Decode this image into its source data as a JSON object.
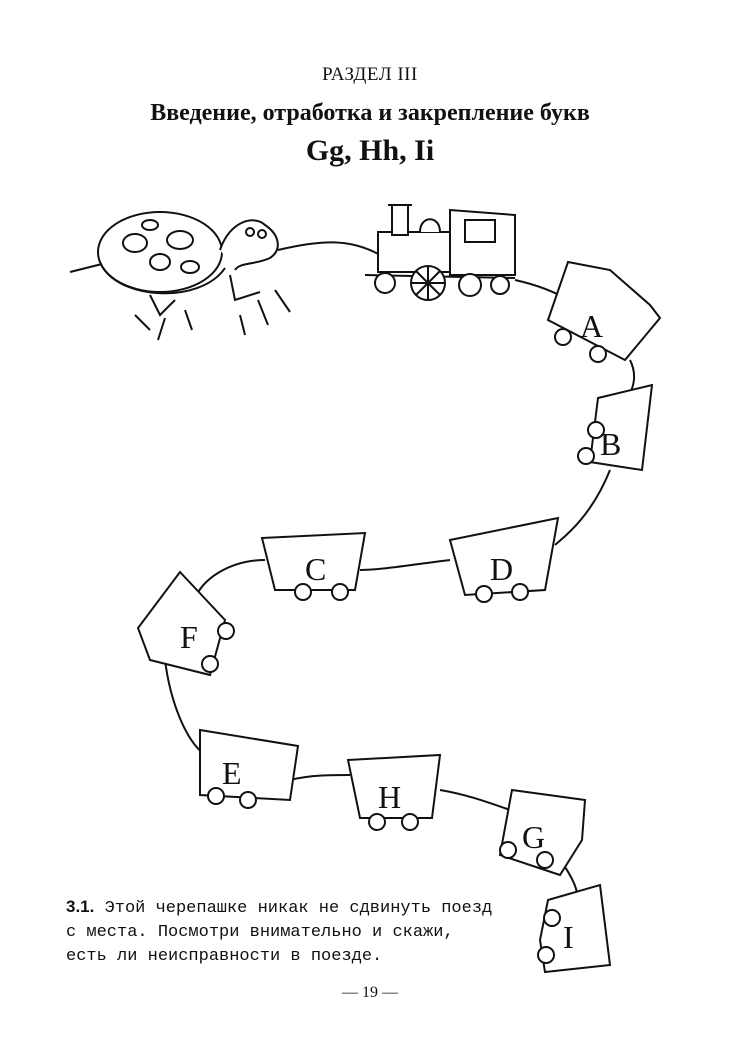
{
  "header": {
    "section": "РАЗДЕЛ III",
    "title": "Введение, отработка и закрепление букв",
    "subtitle": "Gg, Hh, Ii"
  },
  "illustration": {
    "cars": [
      "A",
      "B",
      "C",
      "D",
      "F",
      "E",
      "H",
      "G",
      "I"
    ]
  },
  "exercise": {
    "number": "3.1.",
    "text": "Этой черепашке никак не сдвинуть поезд с места. Посмотри внимательно и скажи, есть ли неисправности в поезде."
  },
  "footer": {
    "page": "— 19 —"
  }
}
